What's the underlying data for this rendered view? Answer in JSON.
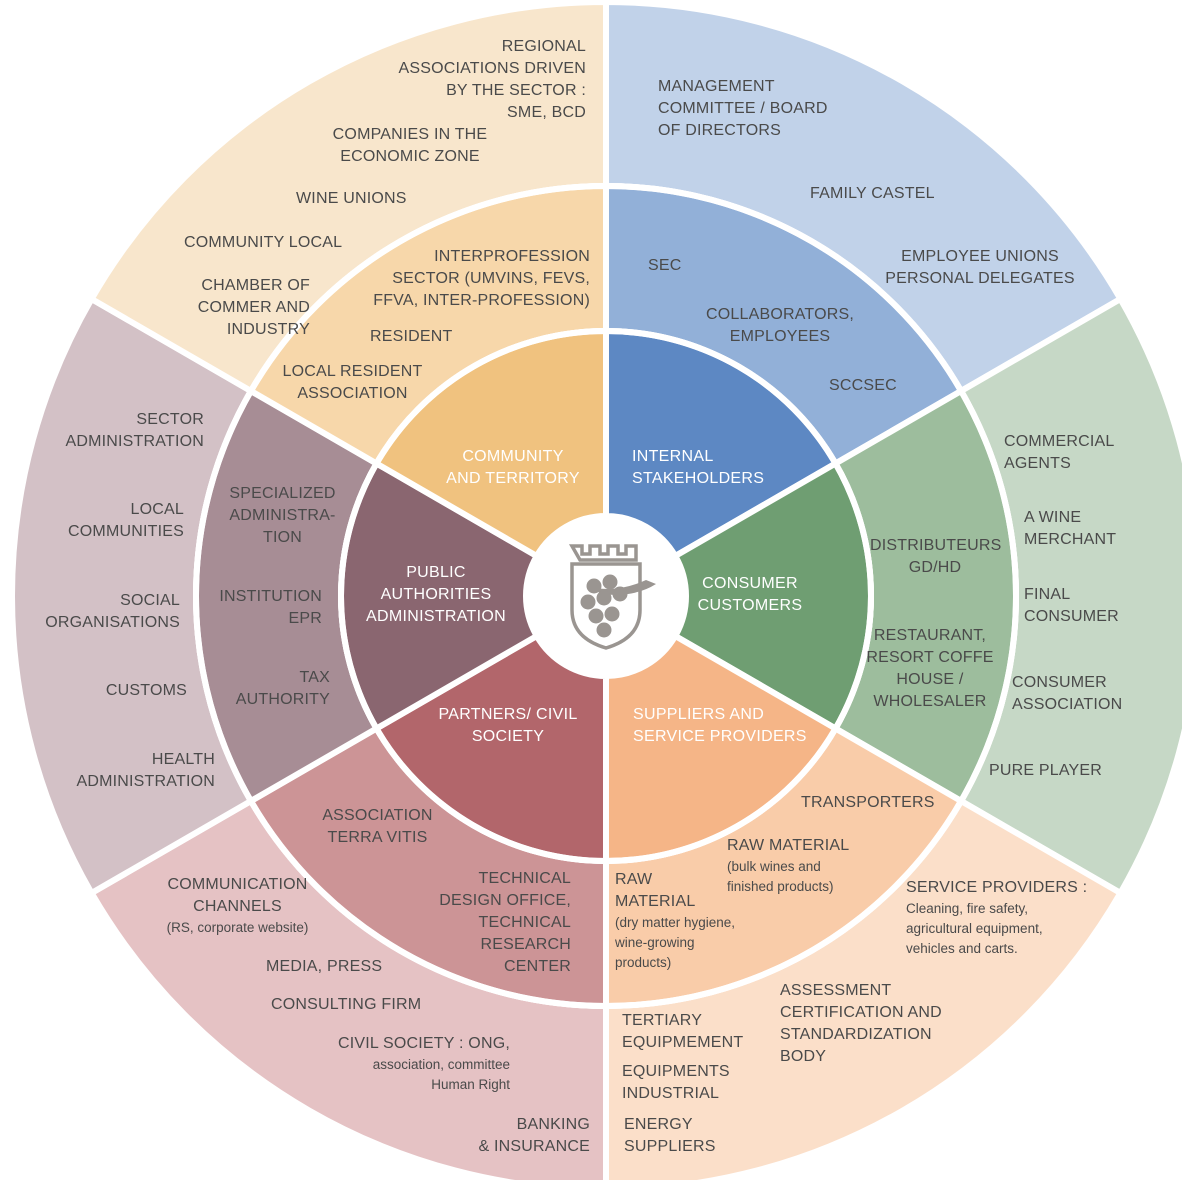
{
  "colors": {
    "community": {
      "outer": "#f8e6cc",
      "middle": "#f7d7aa",
      "inner": "#f0c27f"
    },
    "internal": {
      "outer": "#c1d2e9",
      "middle": "#92b0d8",
      "inner": "#5d88c3"
    },
    "consumer": {
      "outer": "#c6d8c6",
      "middle": "#9dbd9d",
      "inner": "#6f9e72"
    },
    "suppliers": {
      "outer": "#fbdfc9",
      "middle": "#f9cca9",
      "inner": "#f5b587"
    },
    "partners": {
      "outer": "#e5c2c4",
      "middle": "#cc9496",
      "inner": "#b2666b"
    },
    "public": {
      "outer": "#d3c1c6",
      "middle": "#a78d95",
      "inner": "#8a6670"
    },
    "center": "#ffffff",
    "logo": "#9a9591"
  },
  "logo": {
    "icon": "castle-grapes-logo-icon"
  },
  "categories": {
    "community": [
      "COMMUNITY",
      "AND TERRITORY"
    ],
    "internal": [
      "INTERNAL",
      "STAKEHOLDERS"
    ],
    "consumer": [
      "CONSUMER",
      "CUSTOMERS"
    ],
    "suppliers": [
      "SUPPLIERS AND",
      "SERVICE PROVIDERS"
    ],
    "partners": [
      "PARTNERS/ CIVIL",
      "SOCIETY"
    ],
    "public": [
      "PUBLIC",
      "AUTHORITIES",
      "ADMINISTRATION"
    ]
  },
  "labels": {
    "c_mid_1": [
      "INTERPROFESSION",
      "SECTOR (UMVINS, FEVS,",
      "FFVA, INTER-PROFESSION)"
    ],
    "c_mid_2": [
      "RESIDENT"
    ],
    "c_mid_3": [
      "LOCAL RESIDENT",
      "ASSOCIATION"
    ],
    "c_out_1": [
      "REGIONAL",
      "ASSOCIATIONS DRIVEN",
      "BY THE SECTOR :",
      "SME, BCD"
    ],
    "c_out_2": [
      "COMPANIES IN THE",
      "ECONOMIC ZONE"
    ],
    "c_out_3": [
      "WINE UNIONS"
    ],
    "c_out_4": [
      "COMMUNITY LOCAL"
    ],
    "c_out_5": [
      "CHAMBER OF",
      "COMMER AND",
      "INDUSTRY"
    ],
    "i_mid_1": [
      "SEC"
    ],
    "i_mid_2": [
      "COLLABORATORS,",
      "EMPLOYEES"
    ],
    "i_mid_3": [
      "SCCSEC"
    ],
    "i_out_1": [
      "MANAGEMENT",
      "COMMITTEE / BOARD",
      "OF DIRECTORS"
    ],
    "i_out_2": [
      "FAMILY CASTEL"
    ],
    "i_out_3": [
      "EMPLOYEE UNIONS",
      "PERSONAL DELEGATES"
    ],
    "k_mid_1": [
      "DISTRIBUTEURS",
      "GD/HD"
    ],
    "k_mid_2": [
      "RESTAURANT,",
      "RESORT COFFE",
      "HOUSE /",
      "WHOLESALER"
    ],
    "k_out_1": [
      "COMMERCIAL",
      "AGENTS"
    ],
    "k_out_2": [
      "A WINE",
      "MERCHANT"
    ],
    "k_out_3": [
      "FINAL",
      "CONSUMER"
    ],
    "k_out_4": [
      "CONSUMER",
      "ASSOCIATION"
    ],
    "k_out_5": [
      "PURE PLAYER"
    ],
    "s_mid_1": [
      "TRANSPORTERS"
    ],
    "s_mid_2": [
      "RAW MATERIAL"
    ],
    "s_mid_2b": [
      "(bulk wines and",
      "finished products)"
    ],
    "s_mid_3": [
      "RAW",
      "MATERIAL"
    ],
    "s_mid_3b": [
      "(dry matter hygiene,",
      "wine-growing",
      "products)"
    ],
    "s_out_1": [
      "SERVICE PROVIDERS :"
    ],
    "s_out_1b": [
      "Cleaning, fire safety,",
      "agricultural equipment,",
      "vehicles and carts."
    ],
    "s_out_2": [
      "ASSESSMENT",
      "CERTIFICATION AND",
      "STANDARDIZATION",
      "BODY"
    ],
    "s_out_3": [
      "TERTIARY",
      "EQUIPMEMENT"
    ],
    "s_out_4": [
      "EQUIPMENTS",
      "INDUSTRIAL"
    ],
    "s_out_5": [
      "ENERGY",
      "SUPPLIERS"
    ],
    "p_mid_1": [
      "ASSOCIATION",
      "TERRA VITIS"
    ],
    "p_mid_2": [
      "TECHNICAL",
      "DESIGN OFFICE,",
      "TECHNICAL",
      "RESEARCH",
      "CENTER"
    ],
    "p_out_1": [
      "COMMUNICATION",
      "CHANNELS"
    ],
    "p_out_1b": [
      "(RS, corporate website)"
    ],
    "p_out_2": [
      "MEDIA, PRESS"
    ],
    "p_out_3": [
      "CONSULTING FIRM"
    ],
    "p_out_4": [
      "CIVIL SOCIETY : ONG,"
    ],
    "p_out_4b": [
      "association, committee",
      "Human Right"
    ],
    "p_out_5": [
      "BANKING",
      "& INSURANCE"
    ],
    "a_mid_1": [
      "SPECIALIZED",
      "ADMINISTRA-",
      "TION"
    ],
    "a_mid_2": [
      "INSTITUTION",
      "EPR"
    ],
    "a_mid_3": [
      "TAX",
      "AUTHORITY"
    ],
    "a_out_1": [
      "SECTOR",
      "ADMINISTRATION"
    ],
    "a_out_2": [
      "LOCAL",
      "COMMUNITIES"
    ],
    "a_out_3": [
      "SOCIAL",
      "ORGANISATIONS"
    ],
    "a_out_4": [
      "CUSTOMS"
    ],
    "a_out_5": [
      "HEALTH",
      "ADMINISTRATION"
    ]
  }
}
